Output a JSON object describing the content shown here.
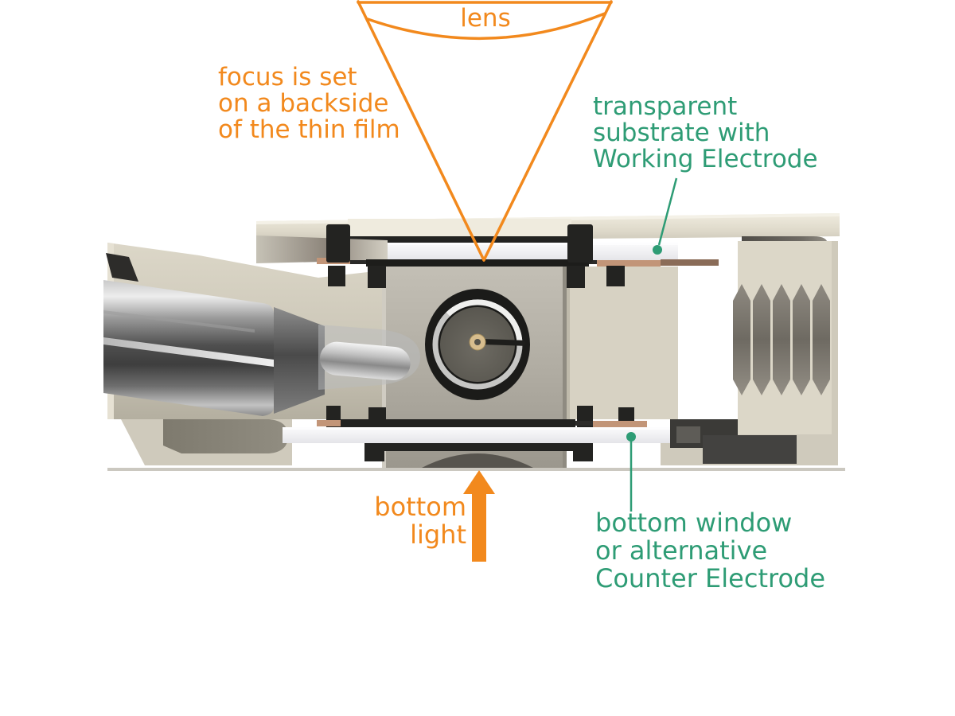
{
  "colors": {
    "annotation_orange": "#F2891D",
    "annotation_green": "#2E9C75",
    "body_beige": "#DBD6C7",
    "plate_beige": "#E9E4D6",
    "gasket_black": "#232321",
    "glass_white": "#F4F4F6",
    "copper_contact": "#C29578",
    "brown_contact": "#8A6C58",
    "metal_gray": "#8A8A8A",
    "gold_contact": "#D7BD8E"
  },
  "annotations": {
    "lens": {
      "label": "lens"
    },
    "focus_note": {
      "lines": [
        "focus is set",
        "on a backside",
        "of the thin film"
      ]
    },
    "working_electrode_note": {
      "lines": [
        "transparent",
        "substrate with",
        "Working Electrode"
      ]
    },
    "bottom_light_note": {
      "lines": [
        "bottom",
        "light"
      ]
    },
    "counter_electrode_note": {
      "lines": [
        "bottom window",
        "or alternative",
        "Counter Electrode"
      ]
    }
  }
}
